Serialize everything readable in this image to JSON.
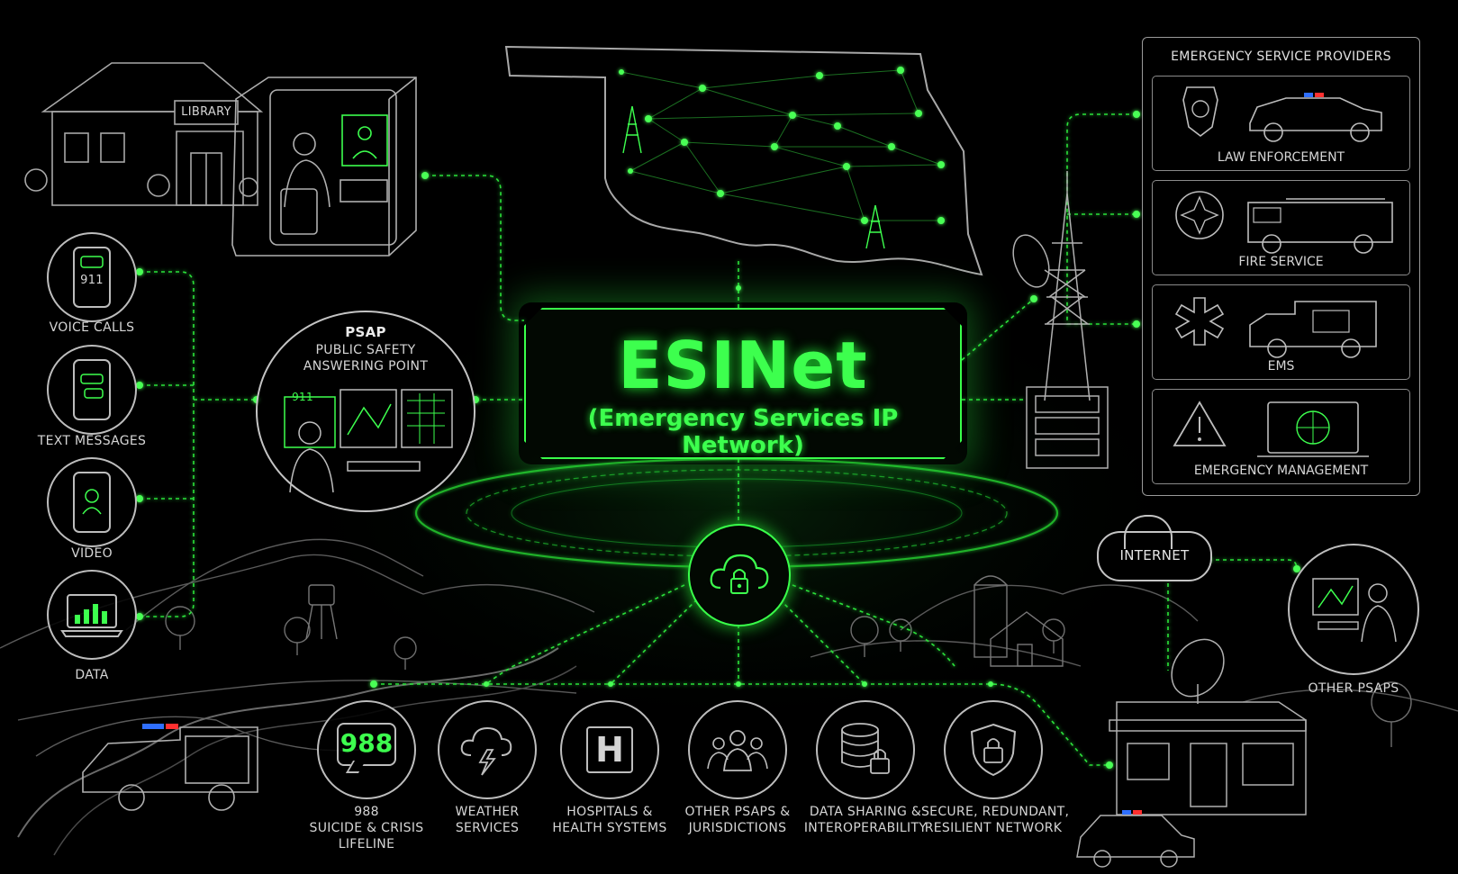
{
  "central": {
    "title": "ESINet",
    "subtitle": "(Emergency Services IP Network)"
  },
  "library": {
    "sign": "LIBRARY"
  },
  "psap": {
    "title": "PSAP",
    "line1": "PUBLIC SAFETY",
    "line2": "ANSWERING POINT",
    "screen_text": "911"
  },
  "inputs": [
    {
      "label": "VOICE CALLS",
      "icon": "phone-call-icon",
      "screen": "911"
    },
    {
      "label": "TEXT MESSAGES",
      "icon": "text-message-icon"
    },
    {
      "label": "VIDEO",
      "icon": "video-call-icon"
    },
    {
      "label": "DATA",
      "icon": "data-laptop-icon"
    }
  ],
  "providers": {
    "heading": "EMERGENCY SERVICE PROVIDERS",
    "items": [
      {
        "label": "LAW ENFORCEMENT",
        "icon": "police-badge-icon"
      },
      {
        "label": "FIRE SERVICE",
        "icon": "fire-badge-icon"
      },
      {
        "label": "EMS",
        "icon": "star-of-life-icon"
      },
      {
        "label": "EMERGENCY MANAGEMENT",
        "icon": "warning-triangle-icon"
      }
    ]
  },
  "internet": {
    "label": "INTERNET"
  },
  "other_psaps": {
    "label": "OTHER PSAPS"
  },
  "services": [
    {
      "icon": "988-badge-icon",
      "badge": "988",
      "line1": "988",
      "line2": "SUICIDE & CRISIS",
      "line3": "LIFELINE"
    },
    {
      "icon": "weather-storm-icon",
      "line1": "WEATHER",
      "line2": "SERVICES"
    },
    {
      "icon": "hospital-icon",
      "badge": "H",
      "line1": "HOSPITALS &",
      "line2": "HEALTH SYSTEMS"
    },
    {
      "icon": "people-group-icon",
      "line1": "OTHER PSAPS &",
      "line2": "JURISDICTIONS"
    },
    {
      "icon": "database-lock-icon",
      "line1": "DATA SHARING &",
      "line2": "INTEROPERABILITY"
    },
    {
      "icon": "shield-lock-icon",
      "line1": "SECURE, REDUNDANT,",
      "line2": "RESILIENT NETWORK"
    }
  ],
  "colors": {
    "accent": "#39ff4a",
    "line": "#bdbdbd",
    "background": "#000000"
  }
}
